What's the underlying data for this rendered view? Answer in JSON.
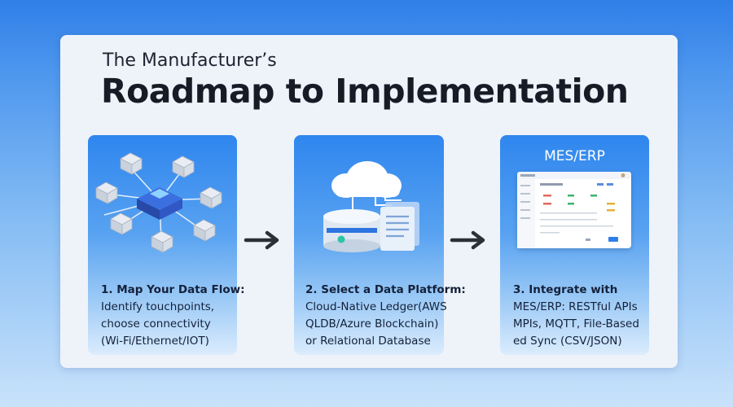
{
  "header": {
    "subtitle": "The Manufacturer’s",
    "title": "Roadmap to Implementation"
  },
  "steps": [
    {
      "title": "1. Map Your Data Flow:",
      "lines": [
        "Identify touchpoints,",
        "choose connectivity",
        "(Wi-Fi/Ethernet/IOT)"
      ],
      "icon": "network-nodes-icon"
    },
    {
      "title": "2. Select a Data Platform:",
      "lines": [
        "Cloud-Native Ledger(AWS",
        "QLDB/Azure Blockchain)",
        "or Relational Database"
      ],
      "icon": "cloud-database-icon"
    },
    {
      "title": "3. Integrate with",
      "lines": [
        "MES/ERP: RESTful APIs",
        "MPIs, MQTT, File-Based",
        "ed Sync (CSV/JSON)"
      ],
      "icon": "erp-dashboard-icon",
      "label": "MES/ERP"
    }
  ],
  "colors": {
    "background_top": "#2f7fe8",
    "panel": "#eef3fa",
    "card_top": "#2f86ee",
    "arrow": "#2b2f38",
    "text": "#14213a"
  }
}
